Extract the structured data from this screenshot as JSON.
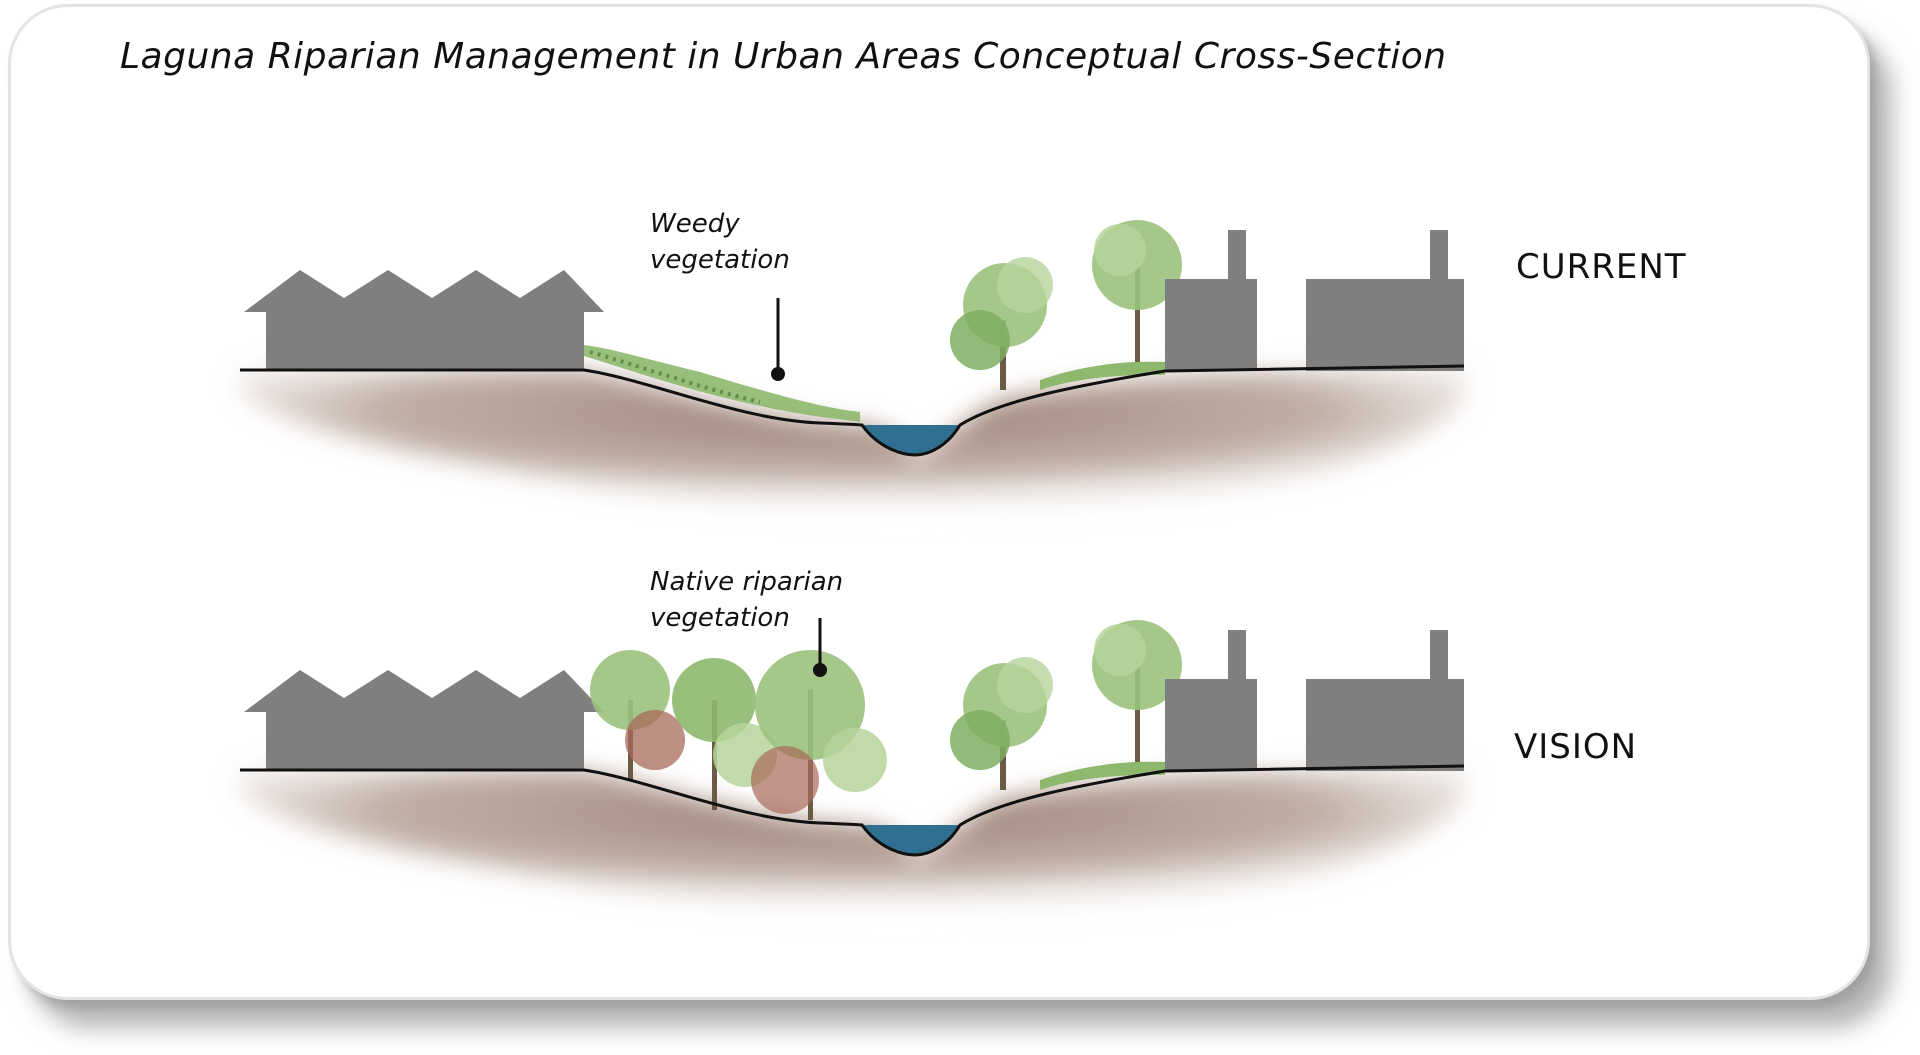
{
  "title": "Laguna Riparian Management in Urban Areas Conceptual Cross-Section",
  "sections": {
    "current": {
      "label": "CURRENT",
      "annotation_line1": "Weedy",
      "annotation_line2": "vegetation"
    },
    "vision": {
      "label": "VISION",
      "annotation_line1": "Native riparian",
      "annotation_line2": "vegetation"
    }
  },
  "colors": {
    "building": "#7f7f7f",
    "soil": "#a38b80",
    "water": "#2f6f8f",
    "foliage": "#8fb873",
    "foliage_dark": "#5f8f4a",
    "accent_tree": "#a86a5a"
  },
  "icons": [
    "house-row-icon",
    "factory-icon",
    "tree-icon",
    "grass-icon",
    "water-channel-icon"
  ]
}
